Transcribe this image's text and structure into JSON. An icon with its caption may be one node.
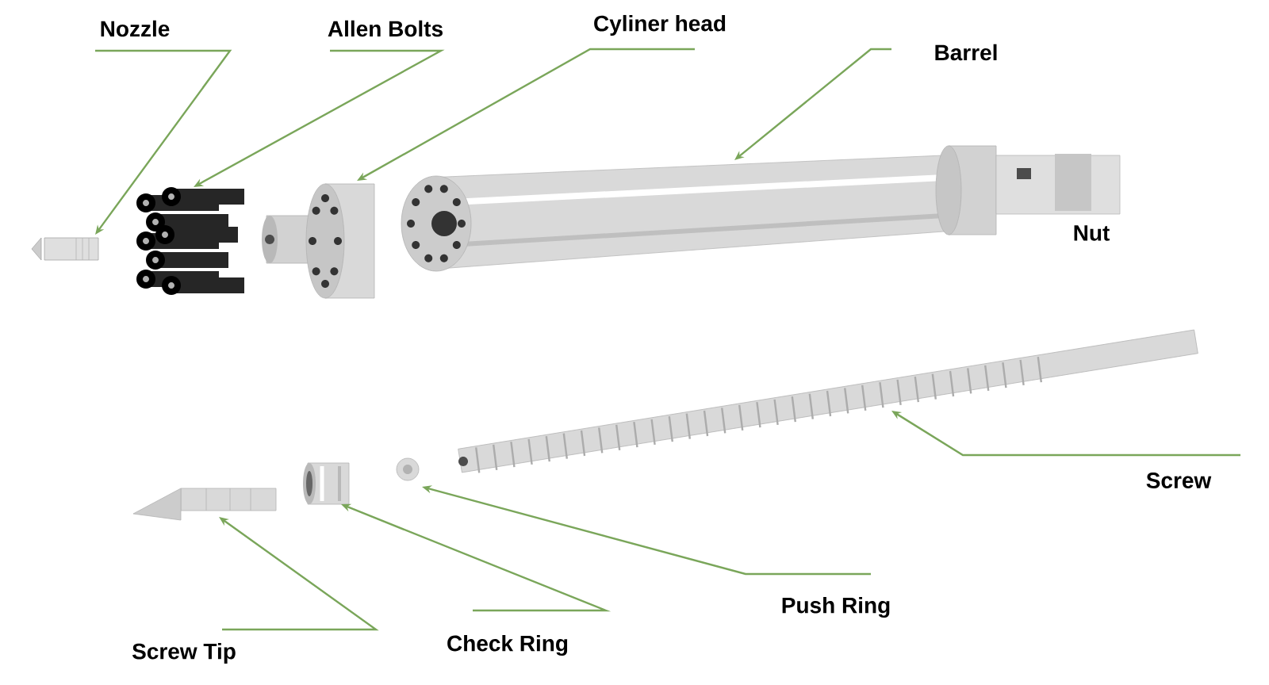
{
  "diagram": {
    "nodes": [
      {
        "text": [
          "Nozzle"
        ]
      },
      {
        "text": [
          "Allen Bolts"
        ]
      },
      {
        "text": [
          "Cyliner head"
        ]
      },
      {
        "text": [
          "Barrel"
        ]
      },
      {
        "text": [
          "Screw"
        ]
      },
      {
        "text": [
          "Push Ring"
        ]
      },
      {
        "text": [
          "Check Ring"
        ]
      },
      {
        "text": [
          "Screw Tip"
        ]
      },
      {
        "text": [],
        "shape": "picture"
      },
      {
        "text": [],
        "shape": "picture"
      },
      {
        "text": [],
        "shape": "picture"
      },
      {
        "text": [],
        "shape": "picture"
      },
      {
        "text": [],
        "shape": "picture"
      },
      {
        "text": [],
        "shape": "picture"
      },
      {
        "text": [],
        "shape": "picture"
      },
      {
        "text": [],
        "shape": "picture"
      }
    ],
    "edges": [
      {
        "from": 0,
        "to": 8,
        "arrow": "to"
      },
      {
        "from": 1,
        "to": 9,
        "arrow": "to"
      },
      {
        "from": 2,
        "to": 10,
        "arrow": "to"
      },
      {
        "from": 3,
        "to": 11,
        "arrow": "to"
      },
      {
        "from": 4,
        "to": 12,
        "arrow": "to"
      },
      {
        "from": 5,
        "to": 13,
        "arrow": "to"
      },
      {
        "from": 6,
        "to": 14,
        "arrow": "to"
      },
      {
        "from": 7,
        "to": 15,
        "arrow": "to"
      }
    ],
    "labels": [
      "Nut"
    ]
  }
}
